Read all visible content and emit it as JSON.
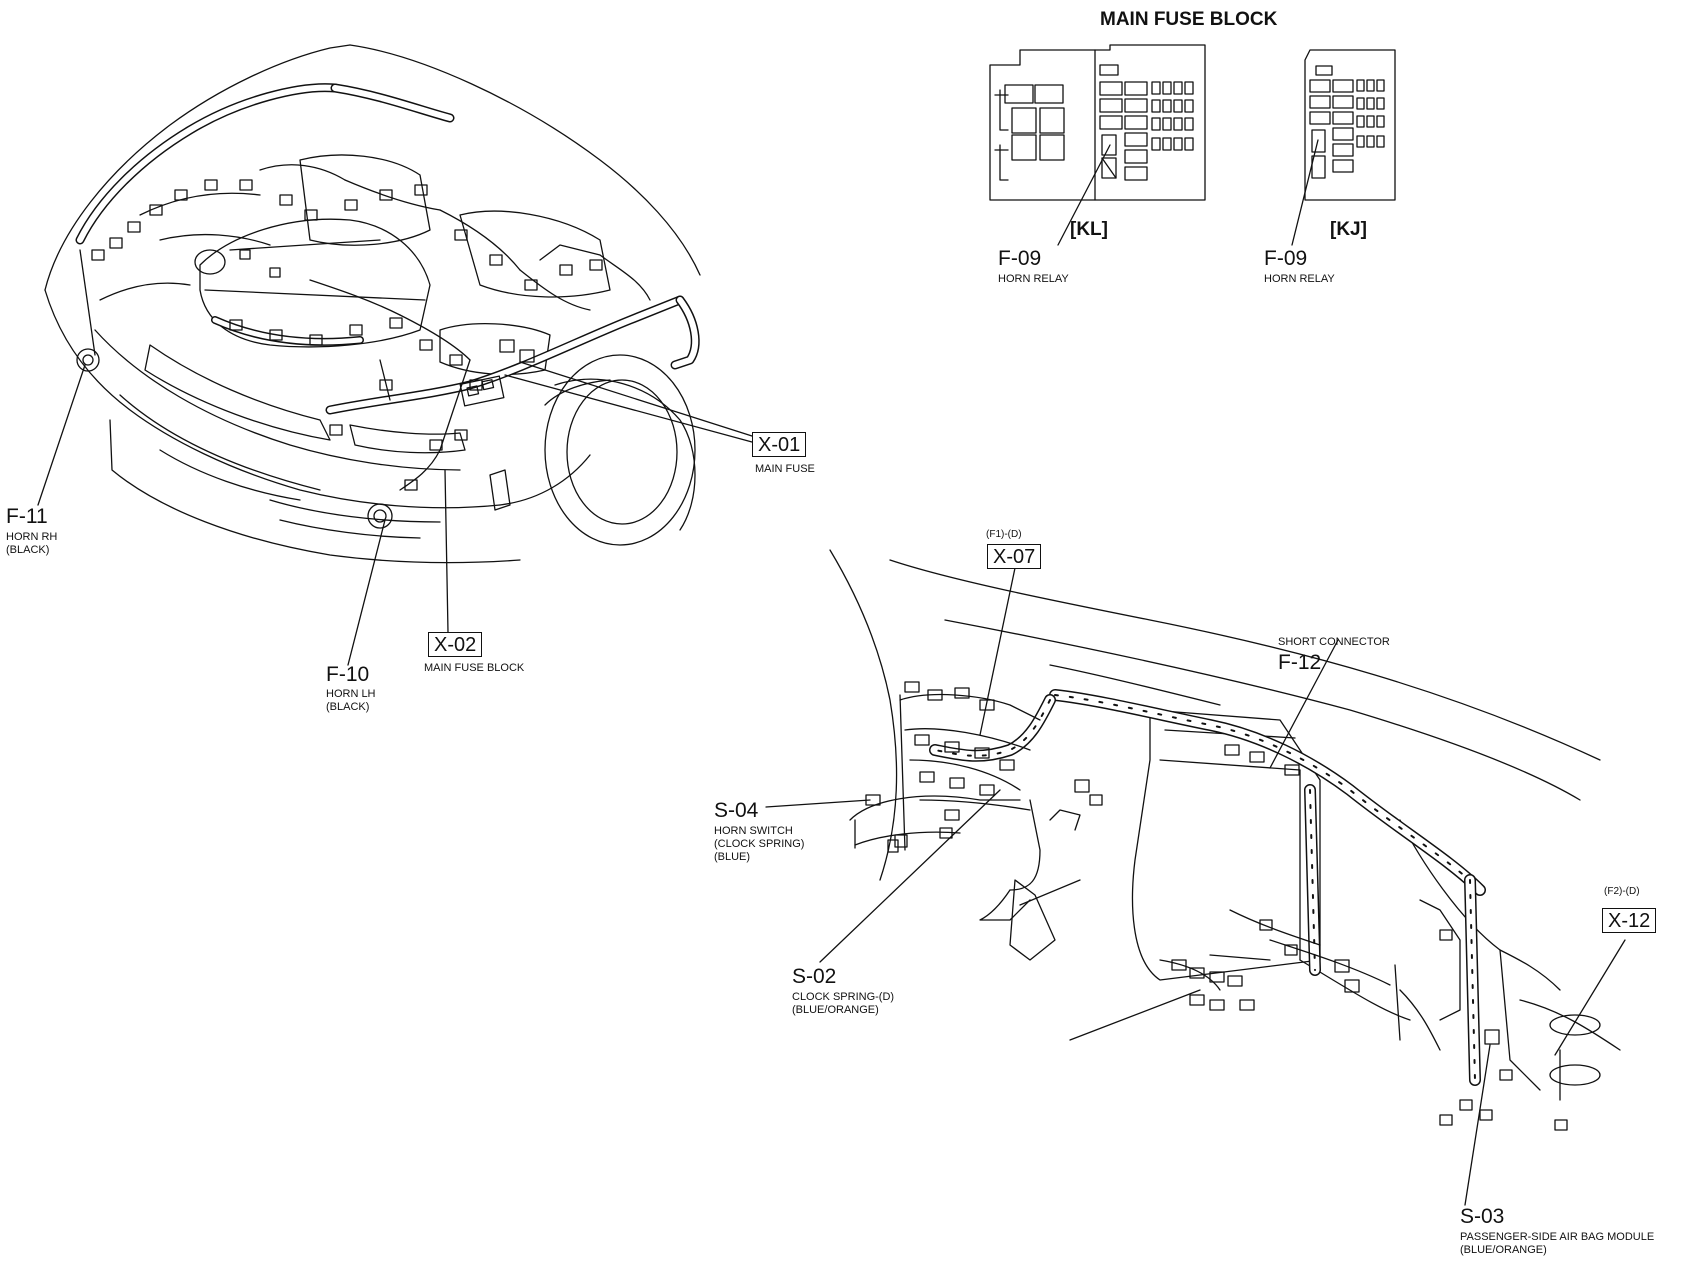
{
  "fuse_block": {
    "title": "MAIN FUSE BLOCK",
    "variant_kl": "[KL]",
    "variant_kj": "[KJ]"
  },
  "components": {
    "x01": {
      "code": "X-01",
      "desc": [
        "MAIN FUSE"
      ]
    },
    "x02": {
      "code": "X-02",
      "desc": [
        "MAIN FUSE BLOCK"
      ]
    },
    "f09_kl": {
      "code": "F-09",
      "desc": [
        "HORN RELAY"
      ]
    },
    "f09_kj": {
      "code": "F-09",
      "desc": [
        "HORN RELAY"
      ]
    },
    "f10": {
      "code": "F-10",
      "desc": [
        "HORN LH",
        "(BLACK)"
      ]
    },
    "f11": {
      "code": "F-11",
      "desc": [
        "HORN RH",
        "(BLACK)"
      ]
    },
    "x07": {
      "code": "X-07",
      "ref": "(F1)-(D)"
    },
    "x12": {
      "code": "X-12",
      "ref": "(F2)-(D)"
    },
    "f12": {
      "code": "F-12",
      "title": "SHORT CONNECTOR"
    },
    "s04": {
      "code": "S-04",
      "desc": [
        "HORN SWITCH",
        "(CLOCK SPRING)",
        "(BLUE)"
      ]
    },
    "s02": {
      "code": "S-02",
      "desc": [
        "CLOCK SPRING-(D)",
        "(BLUE/ORANGE)"
      ]
    },
    "s03": {
      "code": "S-03",
      "desc": [
        "PASSENGER-SIDE AIR BAG MODULE",
        "(BLUE/ORANGE)"
      ]
    }
  }
}
